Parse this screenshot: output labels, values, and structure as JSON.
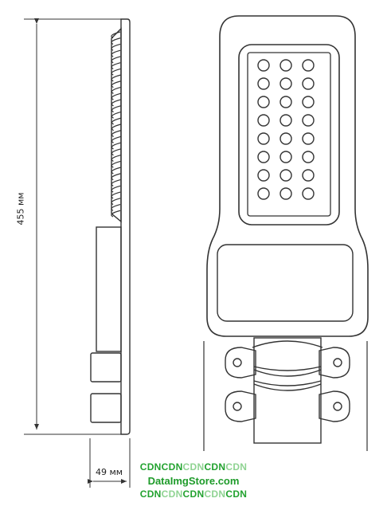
{
  "drawing": {
    "height_dimension": "455 мм",
    "width_dimension": "49 мм",
    "led_rows": 8,
    "led_columns": 3,
    "line_color": "#333333"
  },
  "watermark": {
    "line1": [
      "CDN",
      "CDN",
      "CDN",
      "CDN",
      "CDN"
    ],
    "site": "DataImgStore.com",
    "line3": [
      "CDN",
      "CDN",
      "CDN",
      "CDN",
      "CDN"
    ],
    "color": "#22a22f",
    "light_color": "#8fd392"
  }
}
